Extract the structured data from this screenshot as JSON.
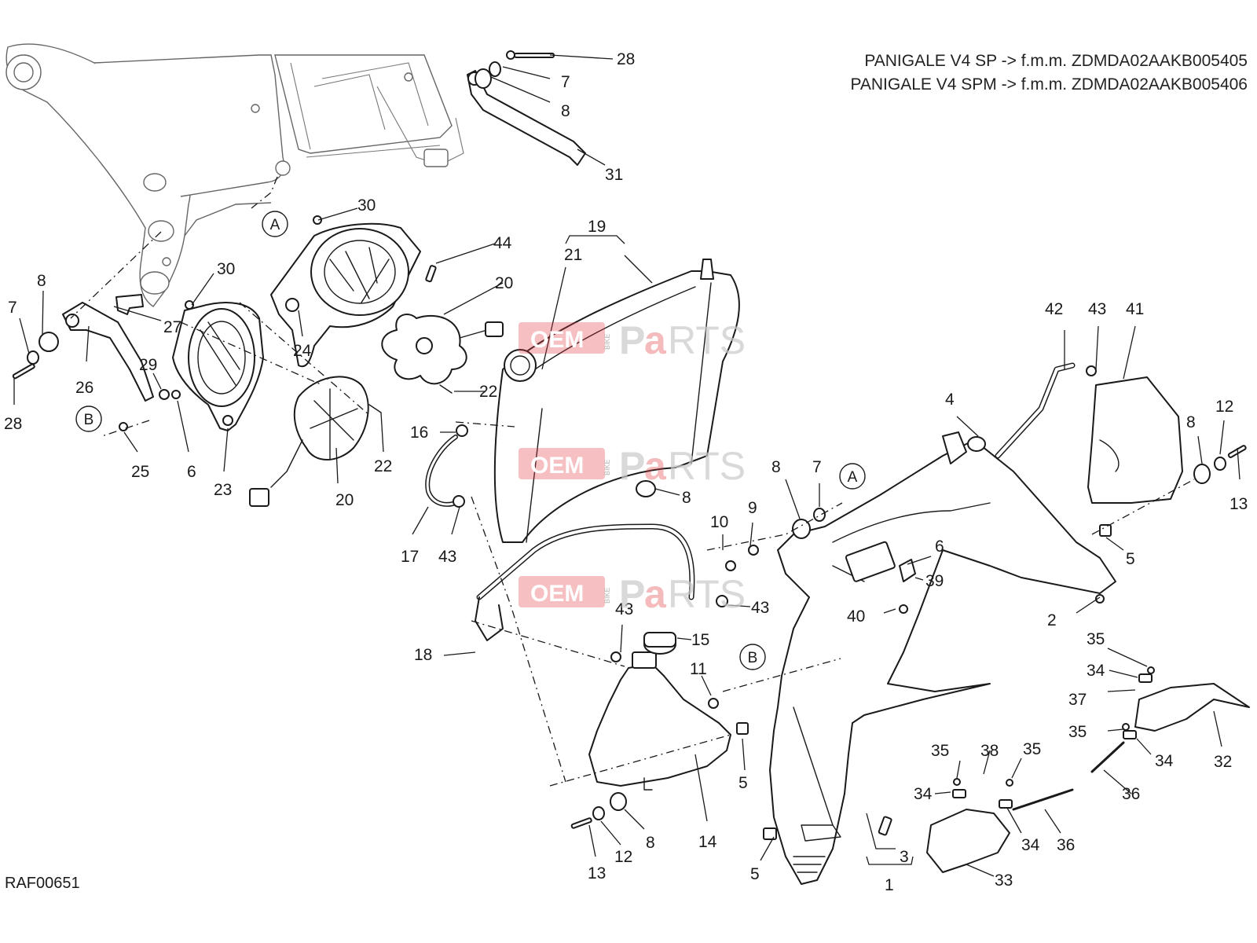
{
  "header": {
    "line1": "PANIGALE V4 SP -> f.m.m. ZDMDA02AAKB005405",
    "line2": "PANIGALE V4 SPM -> f.m.m. ZDMDA02AAKB005406"
  },
  "drawing_code": "RAF00651",
  "watermark": {
    "oem": "OEM",
    "bike": "BIKE",
    "pa": "P",
    "a": "a",
    "rts": "RTS"
  },
  "ref_letters": {
    "a": "A",
    "b": "B"
  },
  "callouts": {
    "c1": "1",
    "c2": "2",
    "c3": "3",
    "c4": "4",
    "c5": "5",
    "c6": "6",
    "c7": "7",
    "c8": "8",
    "c9": "9",
    "c10": "10",
    "c11": "11",
    "c12": "12",
    "c13": "13",
    "c14": "14",
    "c15": "15",
    "c16": "16",
    "c17": "17",
    "c18": "18",
    "c19": "19",
    "c20": "20",
    "c21": "21",
    "c22": "22",
    "c23": "23",
    "c24": "24",
    "c25": "25",
    "c26": "26",
    "c27": "27",
    "c28": "28",
    "c29": "29",
    "c30": "30",
    "c31": "31",
    "c32": "32",
    "c33": "33",
    "c34": "34",
    "c35": "35",
    "c36": "36",
    "c37": "37",
    "c38": "38",
    "c39": "39",
    "c40": "40",
    "c41": "41",
    "c42": "42",
    "c43": "43",
    "c44": "44"
  }
}
